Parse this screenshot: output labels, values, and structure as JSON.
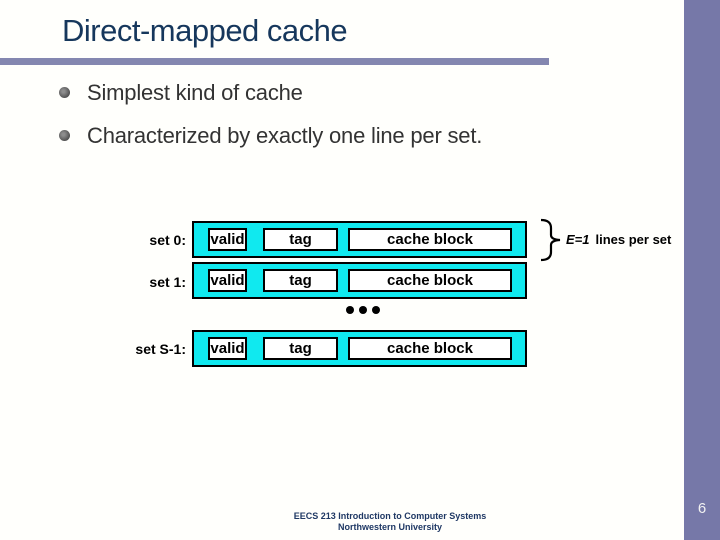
{
  "slide": {
    "title": "Direct-mapped cache",
    "bullets": [
      {
        "text": "Simplest kind of cache"
      },
      {
        "text": "Characterized by exactly one line per set."
      }
    ],
    "footer": {
      "line1": "EECS 213 Introduction to Computer Systems",
      "line2": "Northwestern University"
    },
    "page_number": "6"
  },
  "diagram": {
    "rows": [
      {
        "label": "set 0:",
        "cells": {
          "valid": "valid",
          "tag": "tag",
          "block": "cache block"
        }
      },
      {
        "label": "set 1:",
        "cells": {
          "valid": "valid",
          "tag": "tag",
          "block": "cache block"
        }
      },
      {
        "label": "set S-1:",
        "cells": {
          "valid": "valid",
          "tag": "tag",
          "block": "cache block"
        }
      }
    ],
    "ellipsis": "...",
    "annotation": {
      "emphasis": "E=1",
      "text": "lines per set"
    }
  },
  "colors": {
    "title_navy": "#16375c",
    "footer_navy": "#1f3864",
    "sidebar_purple": "#7678a8",
    "divider_purple": "#8487b0",
    "cell_cyan": "#10e9ef",
    "bullet_gray": "#4c4c4c"
  }
}
